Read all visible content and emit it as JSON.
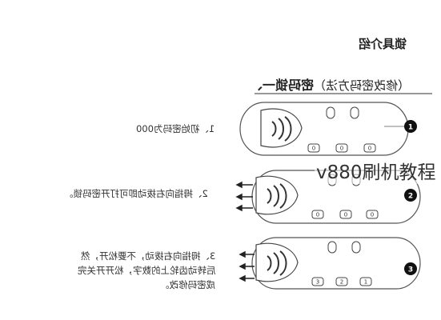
{
  "header": {
    "title": "锁具介绍",
    "section_prefix": "一、",
    "section_title": "密码锁",
    "section_note": "（修改密码方法）"
  },
  "steps": [
    {
      "badge": "1",
      "text_lines": [
        "1、初始密码为000"
      ],
      "dials": [
        "0",
        "0",
        "0"
      ]
    },
    {
      "badge": "2",
      "text_lines": [
        "2、拇指向右拨动即可打开密码锁。"
      ],
      "dials": [
        "0",
        "0",
        "0"
      ]
    },
    {
      "badge": "3",
      "text_lines": [
        "3、拇指向右拨动，不要松开，然",
        "后转动齿轮上的数字，松开开关完",
        "成密码修改。"
      ],
      "dials": [
        "1",
        "2",
        "3"
      ]
    }
  ],
  "watermark": "v880刷机教程"
}
